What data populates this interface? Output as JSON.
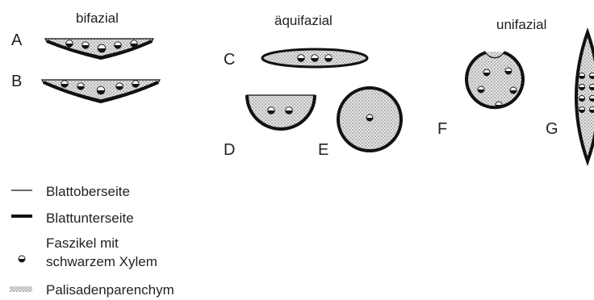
{
  "headings": {
    "bifacial": "bifazial",
    "equifacial": "äquifazial",
    "unifacial": "unifazial"
  },
  "panels": {
    "a": "A",
    "b": "B",
    "c": "C",
    "d": "D",
    "e": "E",
    "f": "F",
    "g": "G"
  },
  "legend": {
    "upper_side": "Blattoberseite",
    "lower_side": "Blattunterseite",
    "bundle_line1": "Faszikel mit",
    "bundle_line2": "schwarzem Xylem",
    "palisade": "Palisadenparenchym"
  },
  "colors": {
    "outline": "#111111",
    "stipple_fill": "#e2e2e2",
    "stipple_dot": "#6e6e6e"
  },
  "icons": {
    "bundle": "vascular-bundle-icon",
    "stipple": "palisade-stipple-swatch"
  }
}
